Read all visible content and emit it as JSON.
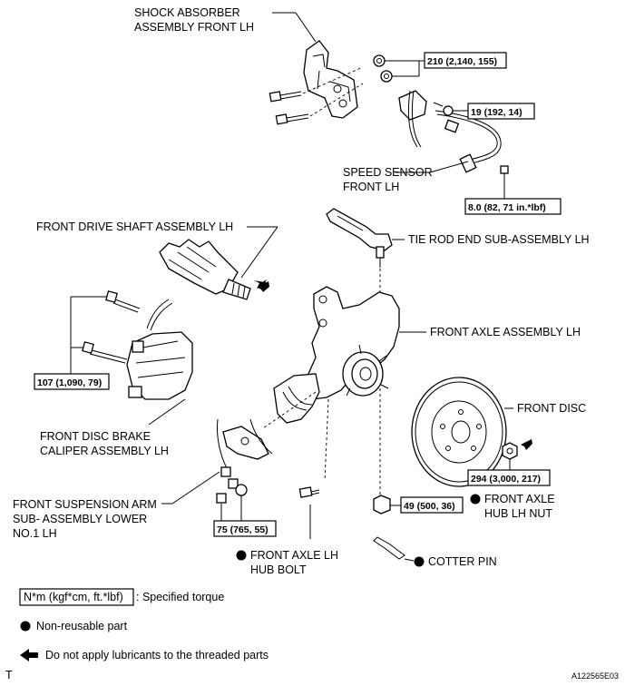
{
  "labels": {
    "shock_absorber": [
      "SHOCK ABSORBER",
      "ASSEMBLY FRONT LH"
    ],
    "speed_sensor": [
      "SPEED SENSOR",
      "FRONT LH"
    ],
    "drive_shaft": "FRONT DRIVE SHAFT ASSEMBLY LH",
    "tie_rod": "TIE ROD END SUB-ASSEMBLY LH",
    "front_axle": "FRONT AXLE ASSEMBLY LH",
    "front_disc": "FRONT DISC",
    "caliper": [
      "FRONT DISC BRAKE",
      "CALIPER ASSEMBLY LH"
    ],
    "suspension_arm": [
      "FRONT SUSPENSION ARM",
      "SUB- ASSEMBLY LOWER",
      "NO.1 LH"
    ],
    "hub_nut": [
      "FRONT AXLE",
      "HUB LH NUT"
    ],
    "hub_bolt": [
      "FRONT AXLE LH",
      "HUB BOLT"
    ],
    "cotter_pin": "COTTER PIN"
  },
  "torques": {
    "shock": "210 (2,140, 155)",
    "sensor_bracket": "19 (192, 14)",
    "sensor": "8.0 (82, 71 in.*lbf)",
    "caliper": "107 (1,090, 79)",
    "hub_nut": "294 (3,000, 217)",
    "tie_rod_nut": "49 (500, 36)",
    "lower_arm": "75 (765, 55)"
  },
  "legend": {
    "torque_box": "N*m (kgf*cm, ft.*lbf)",
    "torque_text": ": Specified torque",
    "non_reusable": "Non-reusable part",
    "no_lubricant": "Do not apply lubricants to the threaded parts"
  },
  "corner": {
    "left": "T",
    "right": "A122565E03"
  }
}
